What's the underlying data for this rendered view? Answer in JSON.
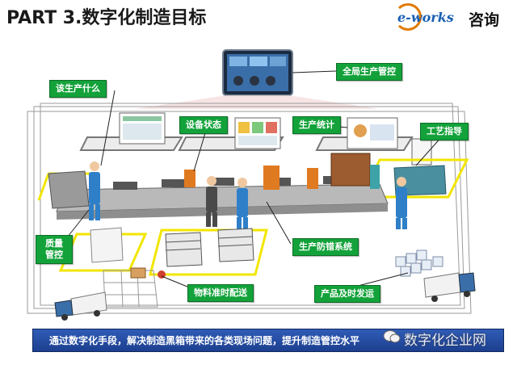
{
  "header": {
    "title": "PART 3.数字化制造目标",
    "logo_text": "e-works",
    "logo_cn": "咨询"
  },
  "labels": {
    "global_control": "全局生产管控",
    "what_to_produce": "该生产什么",
    "equipment_status": "设备状态",
    "production_stats": "生产统计",
    "process_guidance": "工艺指导",
    "quality_control": "质量管控",
    "error_proofing": "生产防错系统",
    "material_delivery": "物料准时配送",
    "product_shipping": "产品及时发运"
  },
  "footer": {
    "text": "通过数字化手段，解决制造黑箱带来的各类现场问题，提升制造管控水平"
  },
  "watermark": {
    "text": "数字化企业网"
  },
  "colors": {
    "label_green": "#13a23a",
    "footer_blue": "#2b56b0",
    "floor_yellow": "#f2e600",
    "conveyor_gray": "#b9b9b9",
    "worker_blue": "#2f7fc8"
  }
}
